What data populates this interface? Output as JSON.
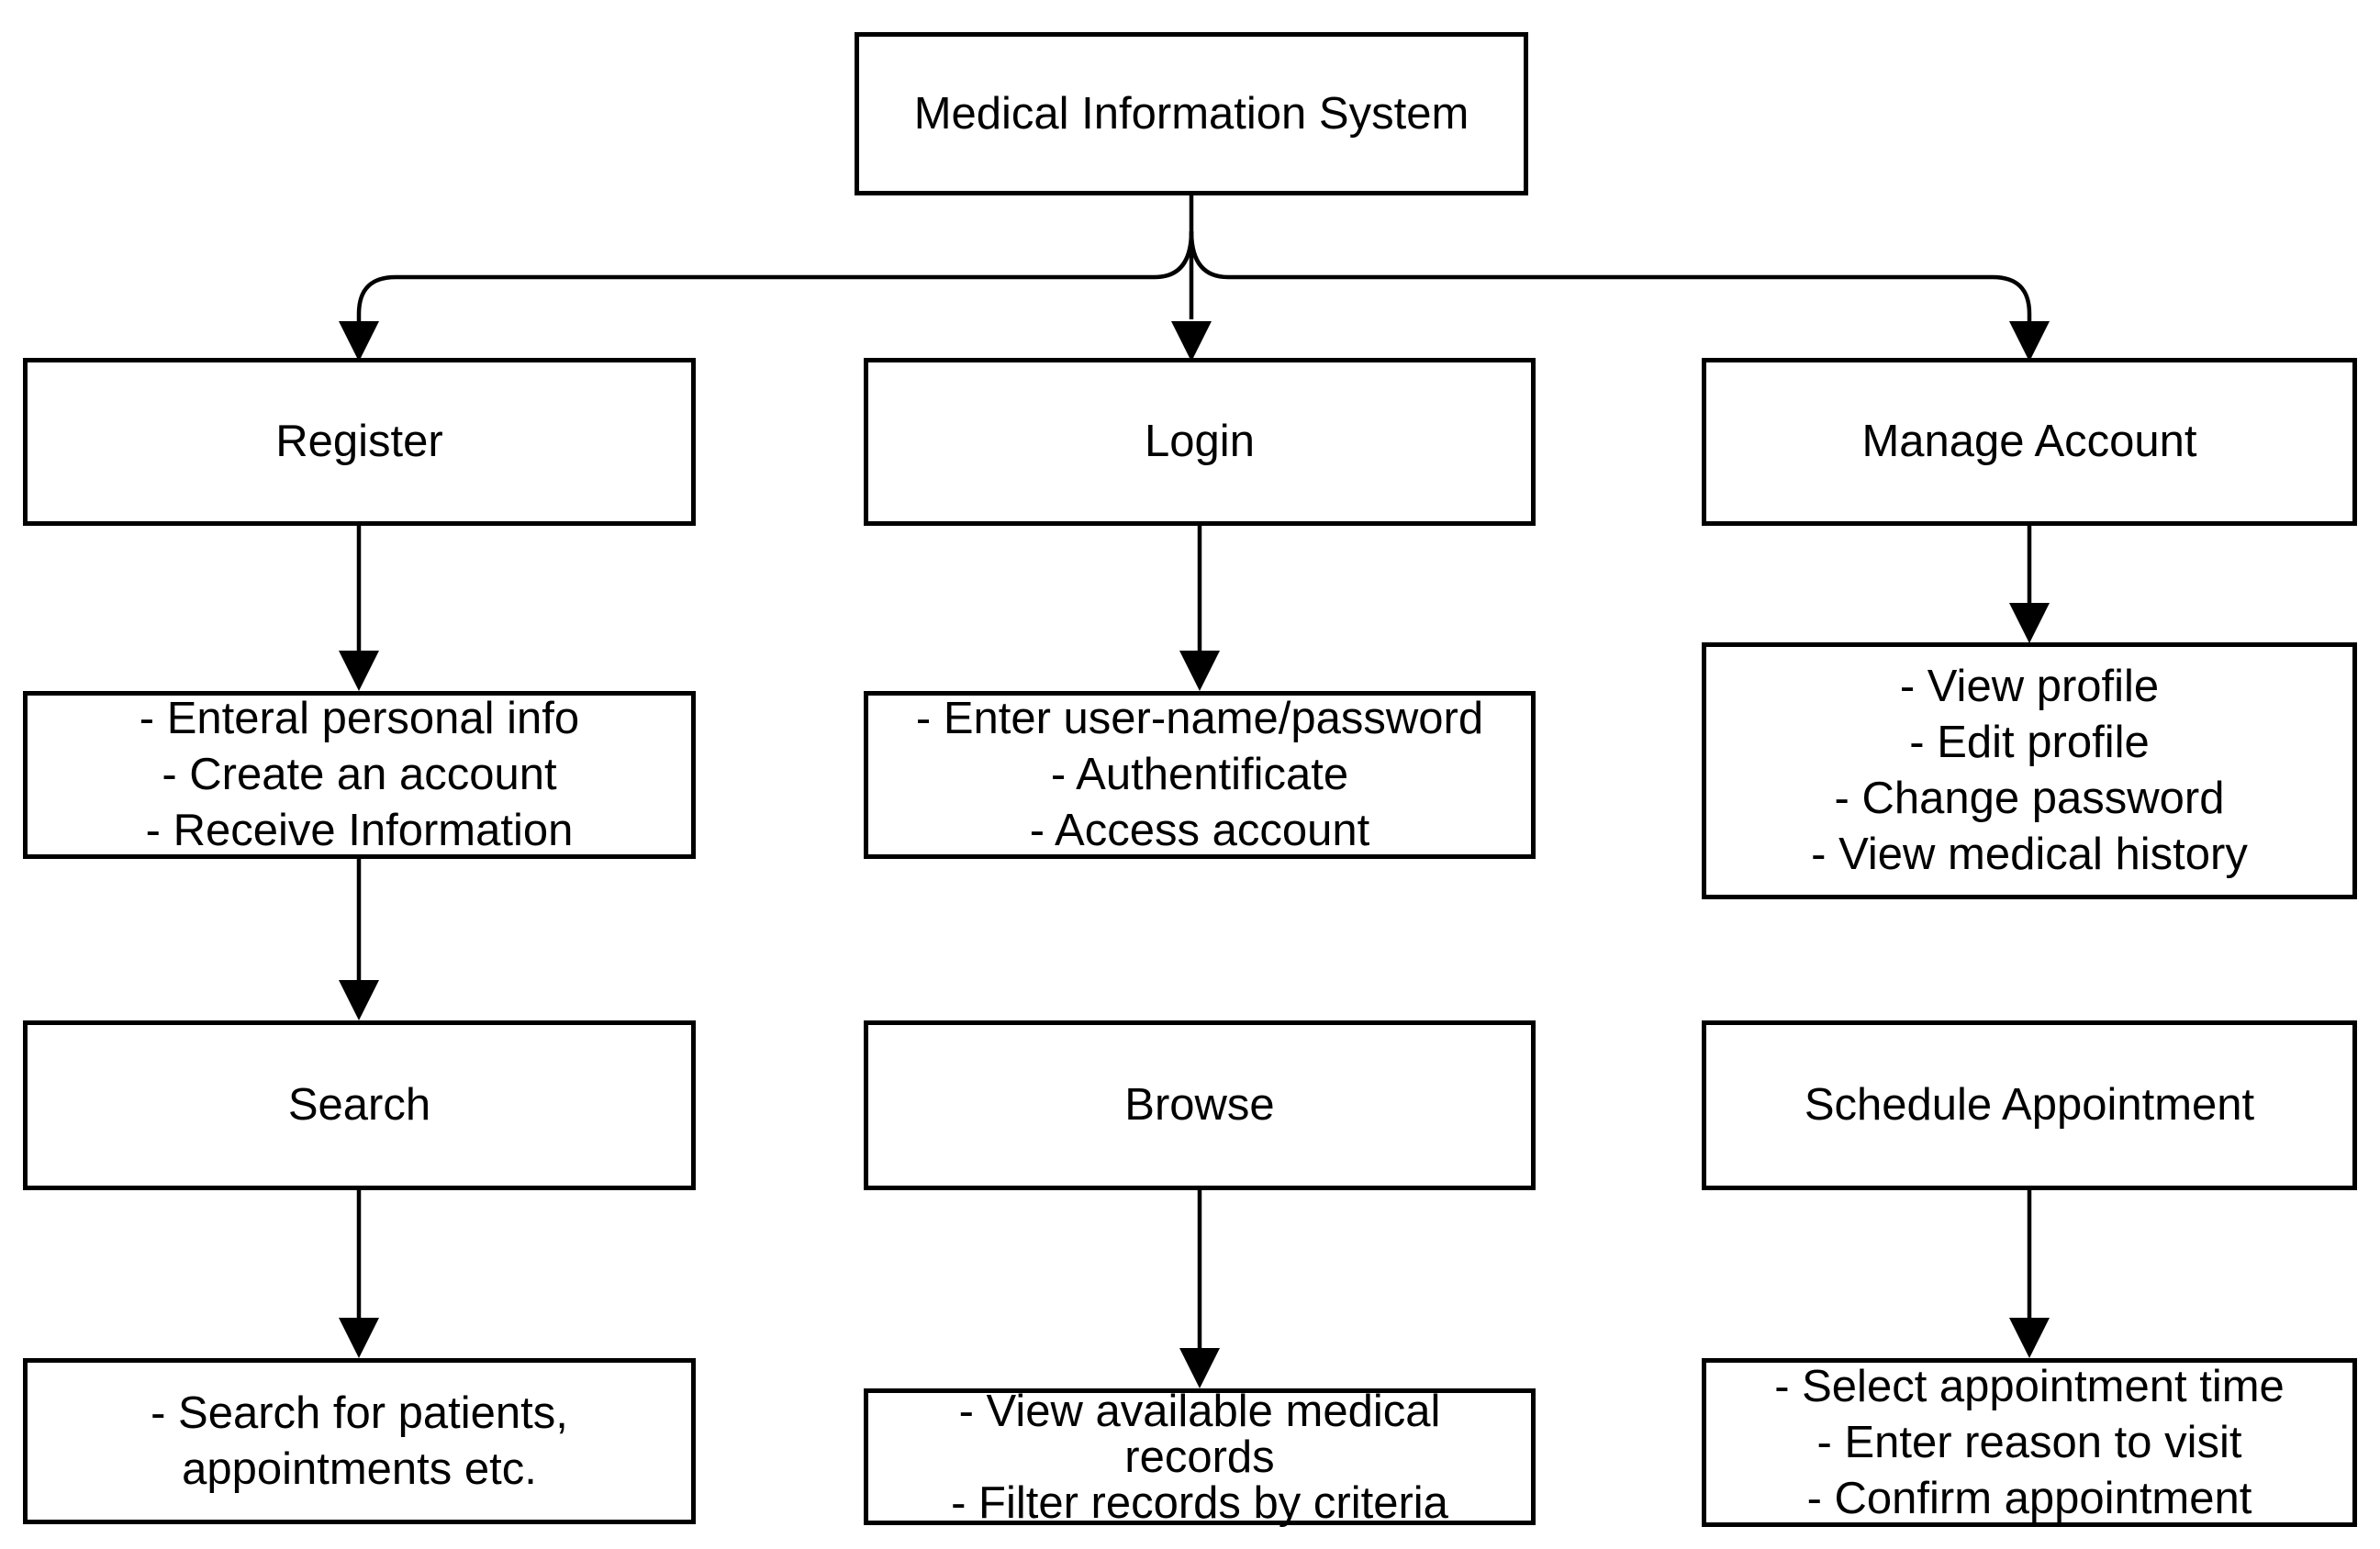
{
  "diagram": {
    "title": "Medical Information System",
    "colors": {
      "stroke": "#000000",
      "background": "#ffffff",
      "text": "#000000"
    },
    "nodes": {
      "root": {
        "label": "Medical Information System"
      },
      "register": {
        "label": "Register"
      },
      "login": {
        "label": "Login"
      },
      "manage_account": {
        "label": "Manage Account"
      },
      "register_detail": {
        "lines": [
          "- Enteral personal info",
          "- Create an account",
          "- Receive Information"
        ]
      },
      "login_detail": {
        "lines": [
          "- Enter user-name/password",
          "- Authentificate",
          "- Access account"
        ]
      },
      "manage_account_detail": {
        "lines": [
          "- View profile",
          "- Edit profile",
          "- Change password",
          "- View medical history"
        ]
      },
      "search": {
        "label": "Search"
      },
      "browse": {
        "label": "Browse"
      },
      "schedule_appointment": {
        "label": "Schedule Appointment"
      },
      "search_detail": {
        "lines": [
          "- Search for patients,",
          "appointments etc."
        ]
      },
      "browse_detail": {
        "lines": [
          "- View available medical",
          "records",
          "- Filter records by criteria"
        ]
      },
      "schedule_appointment_detail": {
        "lines": [
          "- Select appointment time",
          "- Enter reason to visit",
          "- Confirm appointment"
        ]
      }
    },
    "edges": [
      {
        "from": "root",
        "to": "register"
      },
      {
        "from": "root",
        "to": "login"
      },
      {
        "from": "root",
        "to": "manage_account"
      },
      {
        "from": "register",
        "to": "register_detail"
      },
      {
        "from": "login",
        "to": "login_detail"
      },
      {
        "from": "manage_account",
        "to": "manage_account_detail"
      },
      {
        "from": "register_detail",
        "to": "search"
      },
      {
        "from": "search",
        "to": "search_detail"
      },
      {
        "from": "browse",
        "to": "browse_detail"
      },
      {
        "from": "schedule_appointment",
        "to": "schedule_appointment_detail"
      }
    ]
  }
}
